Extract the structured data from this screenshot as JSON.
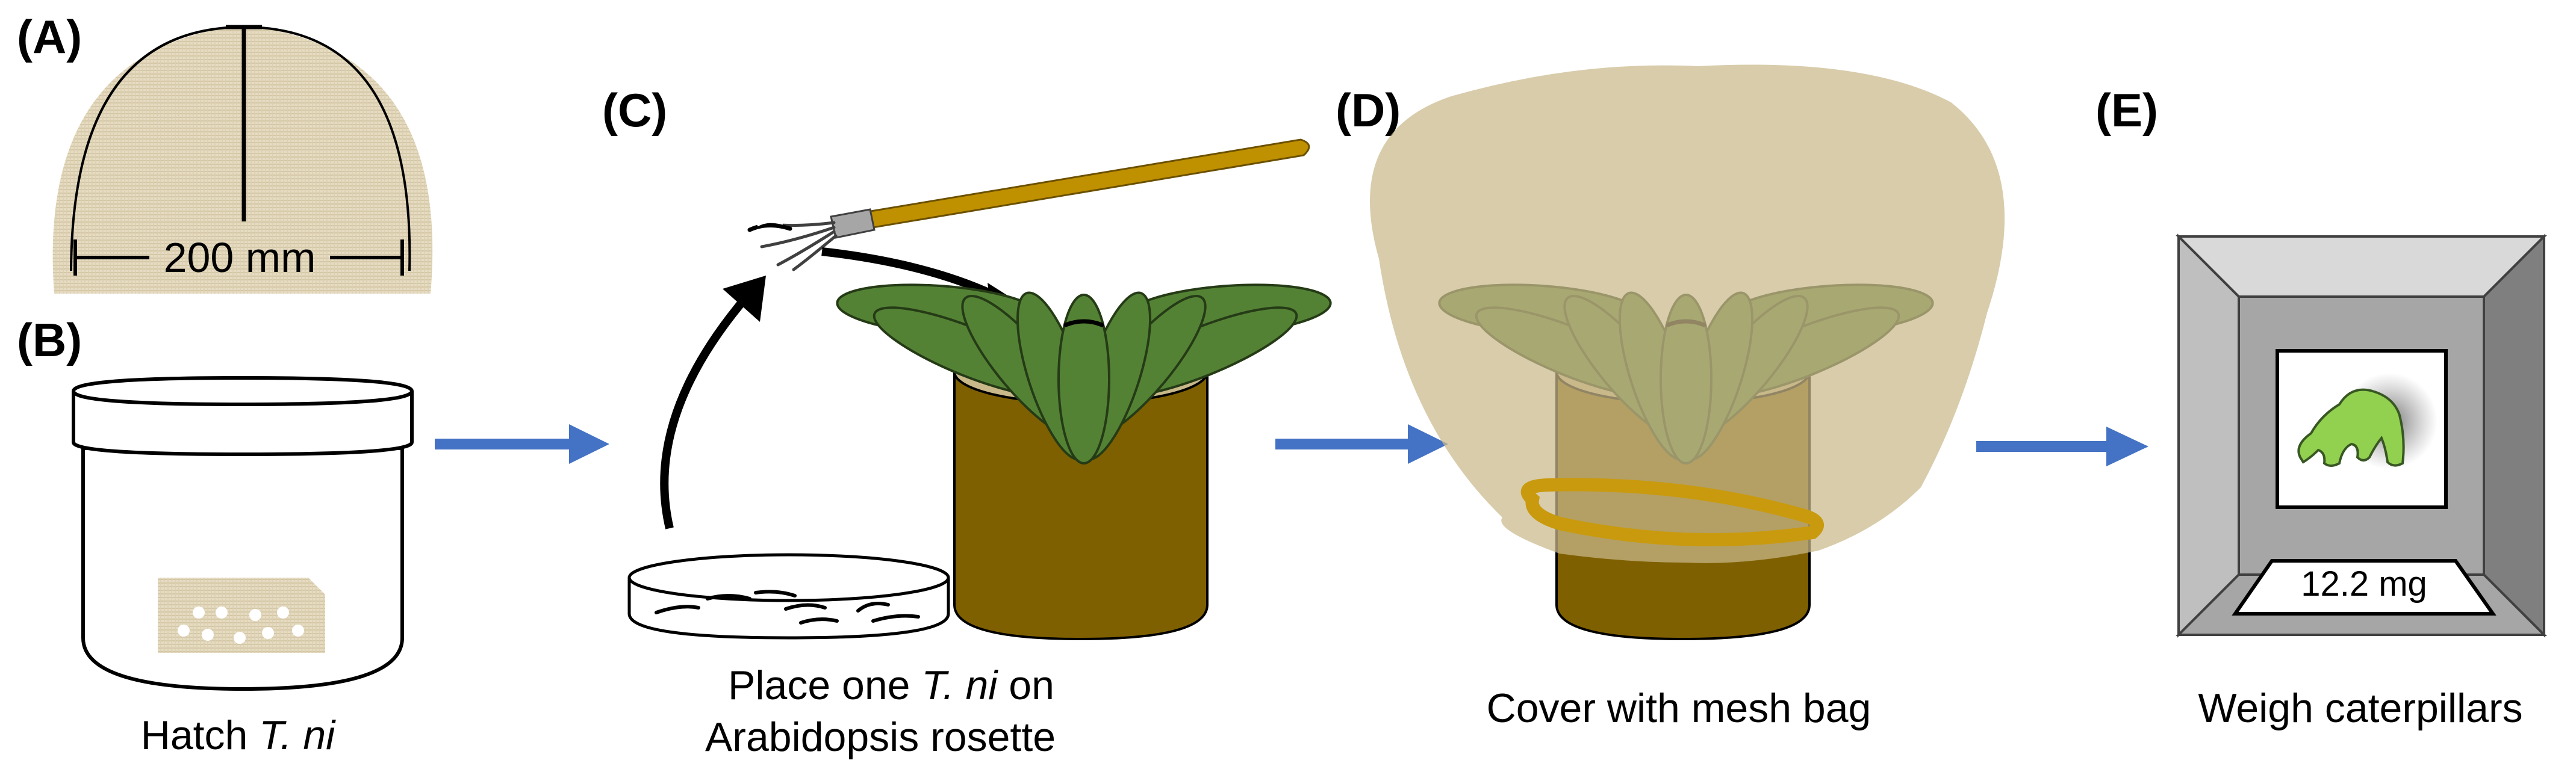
{
  "panels": {
    "a": {
      "label": "(A)",
      "measurement": "200 mm"
    },
    "b": {
      "label": "(B)",
      "caption_prefix": "Hatch ",
      "caption_species": "T. ni"
    },
    "c": {
      "label": "(C)",
      "caption_line1_prefix": "Place one ",
      "caption_line1_species": "T. ni",
      "caption_line1_suffix": " on",
      "caption_line2": "Arabidopsis rosette"
    },
    "d": {
      "label": "(D)",
      "caption": "Cover  with mesh bag"
    },
    "e": {
      "label": "(E)",
      "scale_reading": "12.2 mg",
      "caption": "Weigh caterpillars"
    }
  },
  "colors": {
    "flow_arrow": "#4472c4",
    "leaf": "#548235",
    "pot": "#7f6000",
    "pot_top": "#c9b98a",
    "brush_handle": "#bf9000",
    "mesh_bag": "#d5c9ae",
    "rubber_band": "#c99a0e",
    "caterpillar": "#92d050",
    "scale_gray": "#a6a6a6",
    "filter_paper": "#e6dcc3"
  }
}
